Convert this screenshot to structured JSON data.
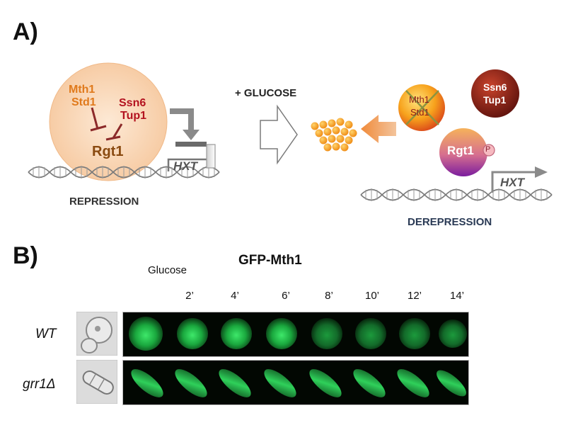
{
  "panels": {
    "a": "A)",
    "b": "B)"
  },
  "repression": {
    "mth1": "Mth1",
    "std1": "Std1",
    "ssn6": "Ssn6",
    "tup1": "Tup1",
    "rgt1": "Rgt1",
    "hxt": "HXT",
    "label": "REPRESSION"
  },
  "arrow_label": "+ GLUCOSE",
  "derepression": {
    "mth1": "Mth1",
    "std1": "Std1",
    "ssn6": "Ssn6",
    "tup1": "Tup1",
    "rgt1": "Rgt1",
    "phospho": "P",
    "hxt": "HXT",
    "label": "DEREPRESSION"
  },
  "microscopy": {
    "title": "GFP-Mth1",
    "glucose_label": "Glucose",
    "time_points": [
      "2’",
      "4’",
      "6’",
      "8’",
      "10’",
      "12’",
      "14’"
    ],
    "rows": [
      {
        "label": "WT"
      },
      {
        "label": "grr1Δ"
      }
    ]
  },
  "colors": {
    "orange_text": "#e07a1c",
    "red_text": "#b3121f",
    "rgt1_text": "#8a4a10",
    "gfp": "#22c04a"
  }
}
